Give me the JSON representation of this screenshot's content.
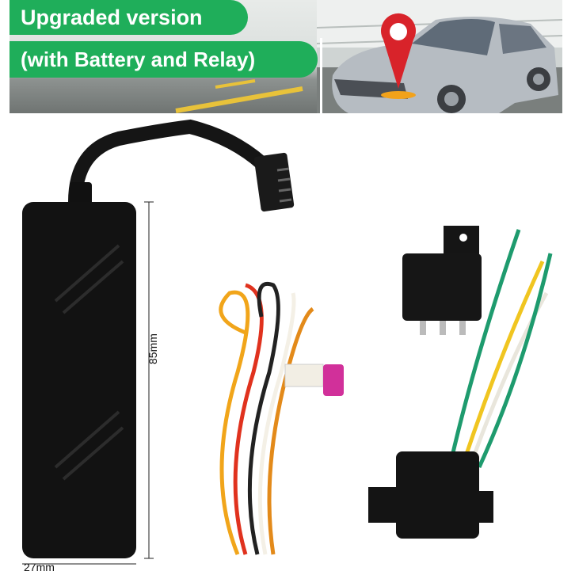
{
  "banner": {
    "line1": "Upgraded version",
    "line2": "(with Battery and Relay)",
    "pin_color": "#d8232a",
    "accent": "#1fae5a"
  },
  "dimensions": {
    "height": "85mm",
    "width": "27mm"
  }
}
